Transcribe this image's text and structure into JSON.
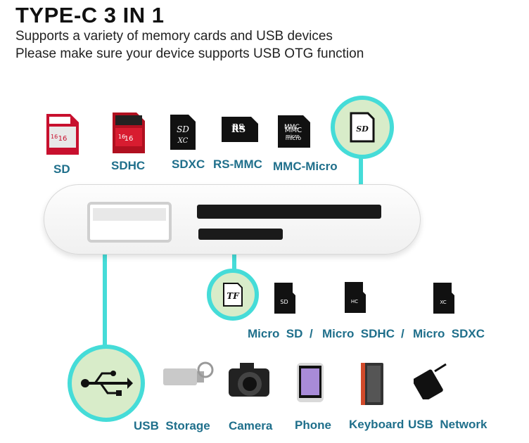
{
  "header": {
    "title": "TYPE-C 3 IN 1",
    "line1": "Supports a variety of memory cards and USB devices",
    "line2": "Please make sure your device supports USB OTG function"
  },
  "cards": {
    "sd": "SD",
    "sdhc": "SDHC",
    "sdxc": "SDXC",
    "rsmmc": "RS-MMC",
    "mmcmicro": "MMC-Micro"
  },
  "micro": {
    "sd": "Micro",
    "sd2": "SD",
    "sep1": "/",
    "sdhc": "Micro",
    "sdhc2": "SDHC",
    "sep2": "/",
    "sdxc": "Micro",
    "sdxc2": "SDXC"
  },
  "tf_label": "TF",
  "devices": {
    "usb": "USB",
    "storage": "Storage",
    "camera": "Camera",
    "phone": "Phone",
    "keyboard": "Keyboard",
    "usb2": "USB",
    "network": "Network"
  },
  "card_print": {
    "sd_cap": "16",
    "sdhc_cap": "16",
    "rs": "RS",
    "mmc": "MMC",
    "micro": "micro"
  },
  "colors": {
    "accent": "#45dcd8",
    "label": "#1f6f8b",
    "circle_fill": "#d8ecc9"
  }
}
